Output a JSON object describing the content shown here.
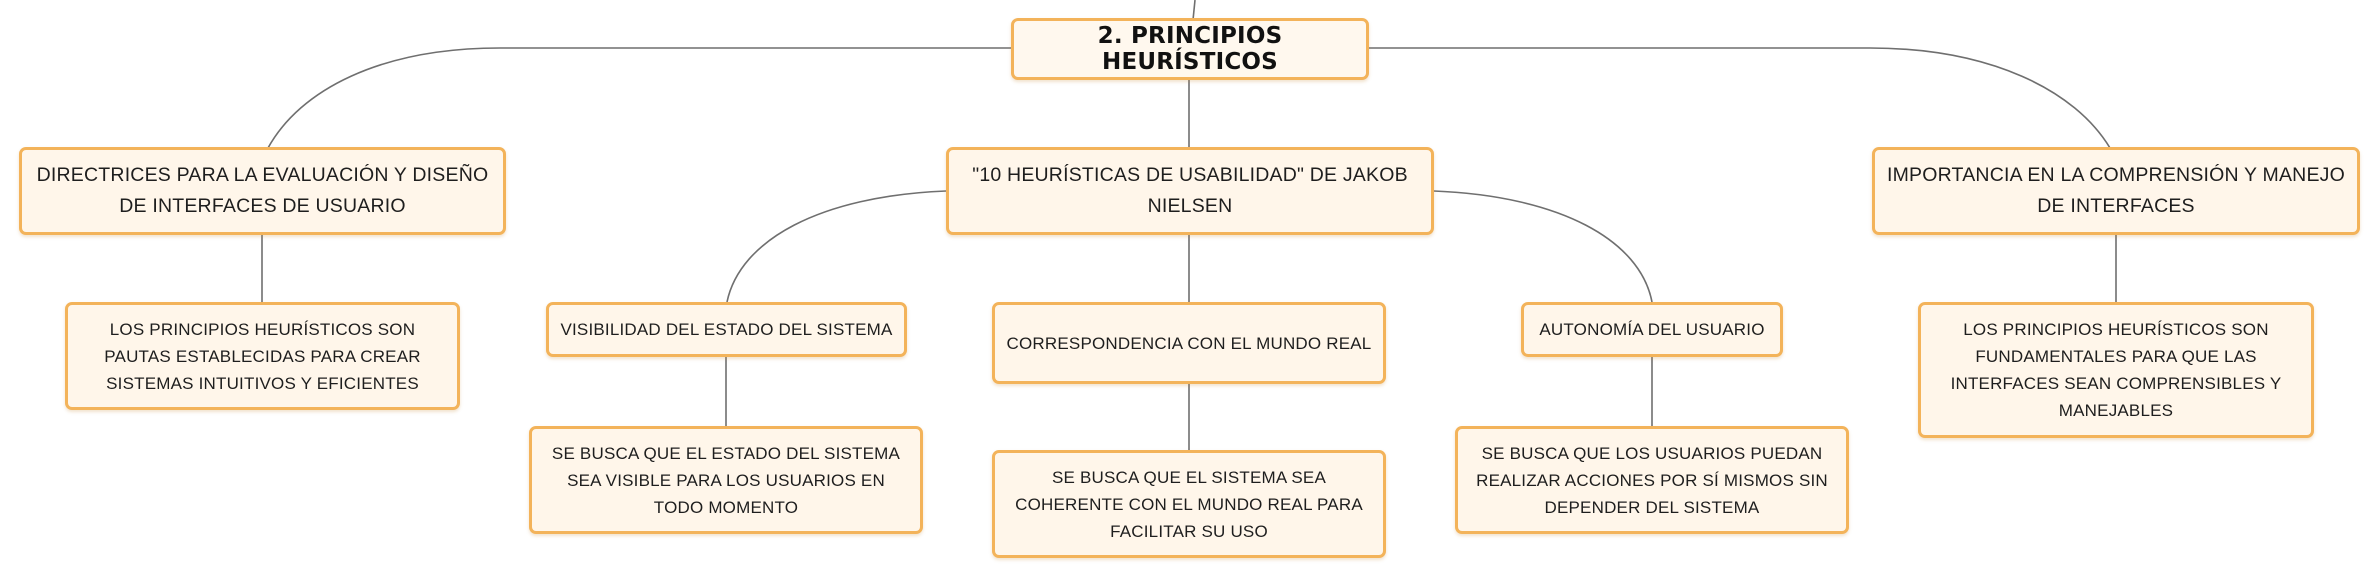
{
  "diagram": {
    "root": {
      "text": "2. PRINCIPIOS HEURÍSTICOS"
    },
    "branches": [
      {
        "text": "DIRECTRICES PARA LA EVALUACIÓN Y DISEÑO DE INTERFACES DE USUARIO",
        "child": {
          "text": "LOS PRINCIPIOS HEURÍSTICOS SON PAUTAS ESTABLECIDAS PARA CREAR SISTEMAS INTUITIVOS Y EFICIENTES"
        }
      },
      {
        "text": "\"10 HEURÍSTICAS DE USABILIDAD\" DE JAKOB NIELSEN",
        "children": [
          {
            "text": "VISIBILIDAD DEL ESTADO DEL SISTEMA",
            "child": {
              "text": "SE BUSCA QUE EL ESTADO DEL SISTEMA SEA VISIBLE PARA LOS USUARIOS EN TODO MOMENTO"
            }
          },
          {
            "text": "CORRESPONDENCIA CON EL MUNDO REAL",
            "child": {
              "text": "SE BUSCA QUE EL SISTEMA SEA COHERENTE CON EL MUNDO REAL PARA FACILITAR SU USO"
            }
          },
          {
            "text": "AUTONOMÍA DEL USUARIO",
            "child": {
              "text": "SE BUSCA QUE LOS USUARIOS PUEDAN REALIZAR ACCIONES POR SÍ MISMOS SIN DEPENDER DEL SISTEMA"
            }
          }
        ]
      },
      {
        "text": "IMPORTANCIA EN LA COMPRENSIÓN Y MANEJO DE INTERFACES",
        "child": {
          "text": "LOS PRINCIPIOS HEURÍSTICOS SON FUNDAMENTALES PARA QUE LAS INTERFACES SEAN COMPRENSIBLES Y MANEJABLES"
        }
      }
    ]
  },
  "colors": {
    "node_border": "#f3b35a",
    "node_fill": "#fff6ea",
    "connector": "#6f6f6f",
    "text": "#1e1e1e"
  }
}
